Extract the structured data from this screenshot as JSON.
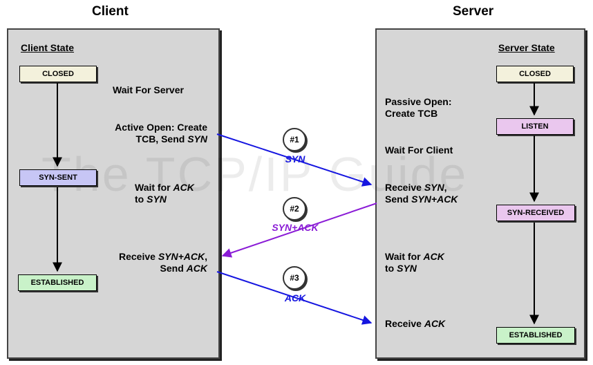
{
  "client": {
    "heading": "Client",
    "panel_title": "Client State",
    "states": {
      "closed": "CLOSED",
      "syn_sent": "SYN-SENT",
      "established": "ESTABLISHED"
    },
    "events": {
      "wait_server": "Wait For Server",
      "active_open_1": "Active Open: Create",
      "active_open_2a": "TCB, Send ",
      "active_open_2b": "SYN",
      "wait_ack_1a": "Wait for ",
      "wait_ack_1b": "ACK",
      "wait_ack_2a": "to ",
      "wait_ack_2b": "SYN",
      "receive_1a": "Receive ",
      "receive_1b": "SYN+ACK",
      "receive_1c": ",",
      "receive_2a": "Send ",
      "receive_2b": "ACK"
    }
  },
  "server": {
    "heading": "Server",
    "panel_title": "Server State",
    "states": {
      "closed": "CLOSED",
      "listen": "LISTEN",
      "syn_received": "SYN-RECEIVED",
      "established": "ESTABLISHED"
    },
    "events": {
      "passive_1": "Passive Open:",
      "passive_2": "Create TCB",
      "wait_client": "Wait For Client",
      "receive_syn_1a": "Receive ",
      "receive_syn_1b": "SYN",
      "receive_syn_1c": ",",
      "receive_syn_2a": "Send ",
      "receive_syn_2b": "SYN+ACK",
      "wait_ack_1a": "Wait for ",
      "wait_ack_1b": "ACK",
      "wait_ack_2a": "to ",
      "wait_ack_2b": "SYN",
      "receive_ack_a": "Receive ",
      "receive_ack_b": "ACK"
    }
  },
  "messages": [
    {
      "number": "#1",
      "label": "SYN",
      "color": "#1515e0"
    },
    {
      "number": "#2",
      "label": "SYN+ACK",
      "color": "#8a1bd6"
    },
    {
      "number": "#3",
      "label": "ACK",
      "color": "#1515e0"
    }
  ],
  "watermark": "The TCP/IP Guide",
  "colors": {
    "closed": "#f3f1dc",
    "syn_sent": "#c7c6f5",
    "listen": "#eac7ee",
    "syn_received": "#eac7ee",
    "established": "#c9f2c9"
  }
}
